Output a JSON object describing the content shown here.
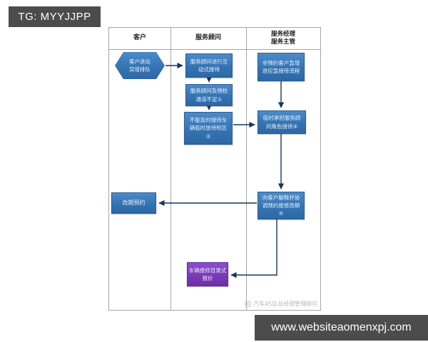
{
  "top_banner": {
    "text": "TG: MYYJJPP"
  },
  "bottom_banner": {
    "text": "www.websiteaomenxpj.com"
  },
  "flowchart": {
    "lanes": [
      {
        "label": "客户"
      },
      {
        "label": "服务顾问"
      },
      {
        "label": "服务经理\n服务主管"
      }
    ],
    "nodes": [
      {
        "id": "customer-arrival",
        "shape": "hexagon",
        "lane": 0,
        "text": "客户进站\n突增排队"
      },
      {
        "id": "interactive-reception",
        "shape": "rect",
        "lane": 1,
        "text": "服务顾问进行互\n动式接待"
      },
      {
        "id": "insufficient-channels",
        "shape": "rect",
        "lane": 1,
        "text": "服务顾问及预检\n通道不足①"
      },
      {
        "id": "temporary-holding-area",
        "shape": "rect",
        "lane": 1,
        "text": "不能及时接待车\n辆临时放待检区\n②"
      },
      {
        "id": "emergency-reception-process",
        "shape": "rect",
        "lane": 2,
        "text": "非预约客户急增\n进应急接待流程"
      },
      {
        "id": "manager-acts-as-advisor",
        "shape": "rect",
        "lane": 2,
        "text": "临时承担服务顾\n问角色接待③"
      },
      {
        "id": "explain-and-reschedule",
        "shape": "rect",
        "lane": 2,
        "text": "向客户解释并协\n调预约维修改期\n④"
      },
      {
        "id": "reschedule-appointment",
        "shape": "rect",
        "lane": 0,
        "text": "改期预约"
      },
      {
        "id": "catalog-quotation",
        "shape": "rect-purple",
        "lane": 1,
        "text": "车辆维修目录式\n报价"
      }
    ],
    "watermark": "汽车4S店总经理管理顾问"
  },
  "colors": {
    "node_blue": "#3474b3",
    "node_purple": "#7a39b7",
    "arrow": "#17365d",
    "banner_bg": "#4c4c4c",
    "lane_border": "#a6a6a6"
  }
}
